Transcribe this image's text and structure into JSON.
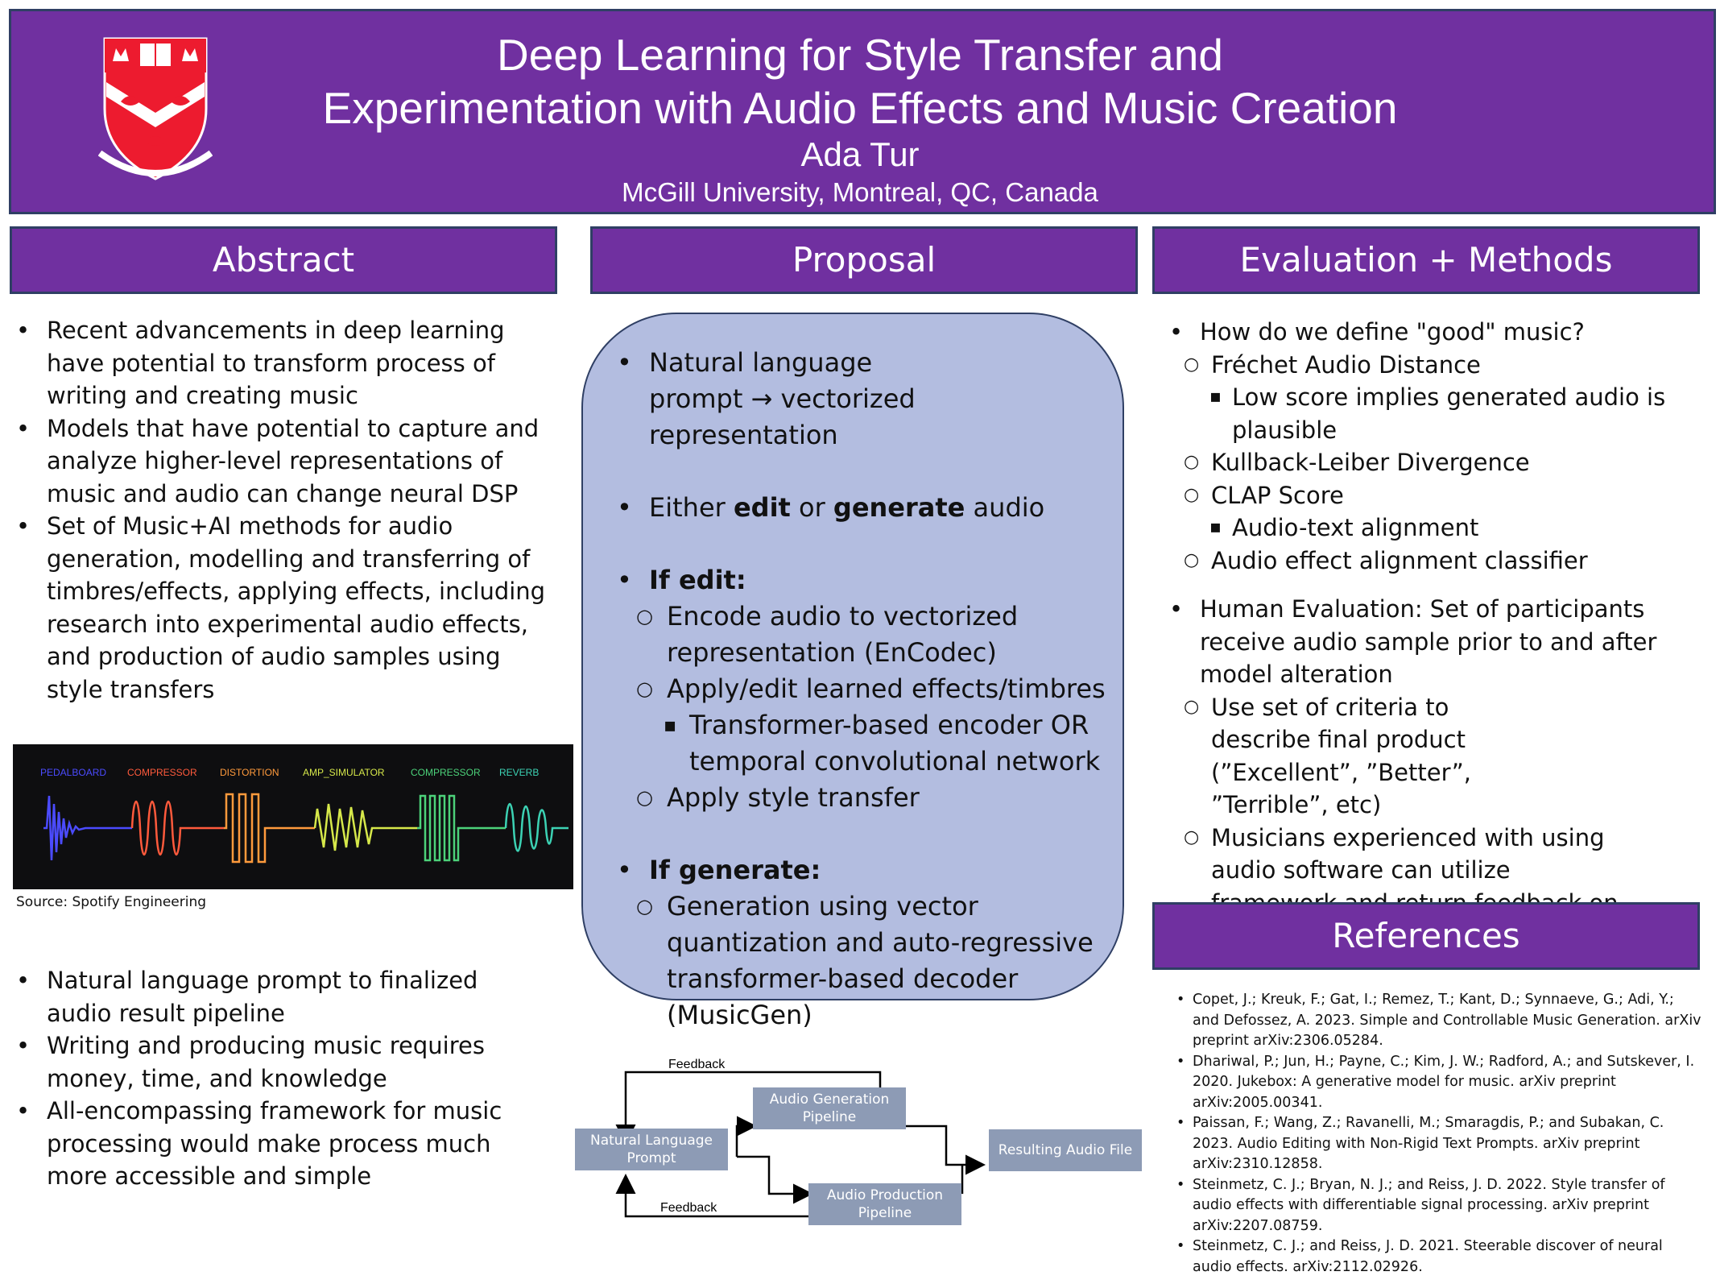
{
  "header": {
    "title_line1": "Deep Learning for Style Transfer and",
    "title_line2": "Experimentation with Audio Effects and Music Creation",
    "author": "Ada Tur",
    "affiliation": "McGill University, Montreal, QC, Canada",
    "logo": "mcgill-crest",
    "banner_color": "#7030a0"
  },
  "abstract": {
    "heading": "Abstract",
    "bullets_top": [
      "Recent advancements in deep learning have potential to transform process of writing and creating music",
      "Models that have potential to capture and analyze higher-level representations of music and audio can change neural DSP",
      "Set of Music+AI methods for audio generation, modelling and transferring of timbres/effects, applying effects, including research into experimental audio effects, and production of audio samples using style transfers"
    ],
    "figure": {
      "labels": [
        "PEDALBOARD",
        "COMPRESSOR",
        "DISTORTION",
        "AMP_SIMULATOR",
        "COMPRESSOR",
        "REVERB"
      ],
      "colors": [
        "#4b4bff",
        "#ff5a3c",
        "#ff9a3c",
        "#d6e84a",
        "#4cd27a",
        "#3cd2b4"
      ],
      "caption": "Source: Spotify Engineering"
    },
    "bullets_bottom": [
      "Natural language prompt to finalized audio result pipeline",
      "Writing and producing music requires money, time, and knowledge",
      "All-encompassing framework for music processing would make process much more accessible and simple"
    ]
  },
  "proposal": {
    "heading": "Proposal",
    "b1_line1": "Natural language",
    "b1_line2": "prompt → vectorized representation",
    "b2_pre": "Either ",
    "b2_edit": "edit",
    "b2_mid": " or ",
    "b2_generate": "generate",
    "b2_post": " audio",
    "b3_title": "If edit:",
    "b3_sub1": "Encode audio to vectorized representation (EnCodec)",
    "b3_sub2": "Apply/edit learned effects/timbres",
    "b3_sub2_sub": "Transformer-based encoder OR temporal convolutional network",
    "b3_sub3": "Apply style transfer",
    "b4_title": "If generate:",
    "b4_sub1": "Generation using vector quantization and auto-regressive transformer-based decoder (MusicGen)",
    "box_color": "#b3bde0"
  },
  "flowchart": {
    "input": "Natural Language Prompt",
    "gen": "Audio Generation Pipeline",
    "prod": "Audio Production Pipeline",
    "output": "Resulting Audio File",
    "feedback_top": "Feedback",
    "feedback_bottom": "Feedback",
    "box_color": "#8d9bb5"
  },
  "evaluation": {
    "heading": "Evaluation + Methods",
    "q": "How do we define \"good\" music?",
    "fad": "Fréchet Audio Distance",
    "fad_sub": "Low score implies generated audio is plausible",
    "kl": "Kullback-Leiber Divergence",
    "clap": "CLAP Score",
    "clap_sub": "Audio-text alignment",
    "aeac": "Audio effect alignment classifier",
    "human": "Human Evaluation: Set of participants receive audio sample prior to and after model alteration",
    "criteria": "Use set of criteria to describe final product (”Excellent”, ”Better”, ”Terrible”, etc)",
    "musicians": "Musicians experienced with using audio software can utilize framework and return feedback on performances"
  },
  "references": {
    "heading": "References",
    "items": [
      "Copet, J.; Kreuk, F.; Gat, I.; Remez, T.; Kant, D.; Synnaeve, G.; Adi, Y.; and Defossez, A. 2023. Simple and Controllable Music Generation. arXiv preprint arXiv:2306.05284.",
      "Dhariwal, P.; Jun, H.; Payne, C.; Kim, J. W.; Radford, A.; and Sutskever, I. 2020. Jukebox: A generative model for music. arXiv preprint arXiv:2005.00341.",
      "Paissan, F.; Wang, Z.; Ravanelli, M.; Smaragdis, P.; and Subakan, C. 2023. Audio Editing with Non-Rigid Text Prompts. arXiv preprint arXiv:2310.12858.",
      "Steinmetz, C. J.; Bryan, N. J.; and Reiss, J. D. 2022. Style transfer of audio effects with differentiable signal processing. arXiv preprint arXiv:2207.08759.",
      "Steinmetz, C. J.; and Reiss, J. D. 2021. Steerable discover of neural audio effects. arXiv:2112.02926."
    ]
  }
}
